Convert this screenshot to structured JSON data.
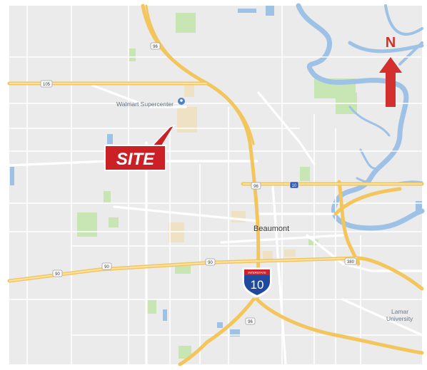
{
  "map": {
    "colors": {
      "land": "#ebebeb",
      "water": "#9ec1e6",
      "park": "#c8e6b4",
      "highway": "#f6d37a",
      "major_road": "#ffffff",
      "site_red": "#cc2027",
      "arrow_red": "#d32f2f"
    },
    "labels": {
      "place_walmart": "Walmart Supercenter",
      "place_beaumont": "Beaumont",
      "place_lamar_line1": "Lamar",
      "place_lamar_line2": "University"
    },
    "site_callout": {
      "text": "SITE"
    },
    "north_arrow": {
      "text": "N"
    },
    "interstate_shield": {
      "top": "INTERSTATE",
      "number": "10"
    },
    "route_shields": {
      "s96_top": "96",
      "s105": "105",
      "s96_mid": "96",
      "s10_small": "10",
      "s90_left": "90",
      "s90_mid": "90",
      "s90_right": "90",
      "s380": "380",
      "s96_bottom": "96"
    },
    "icons": [
      "location-pin-icon",
      "north-arrow-icon",
      "interstate-shield-icon",
      "route-shield-icon"
    ]
  }
}
